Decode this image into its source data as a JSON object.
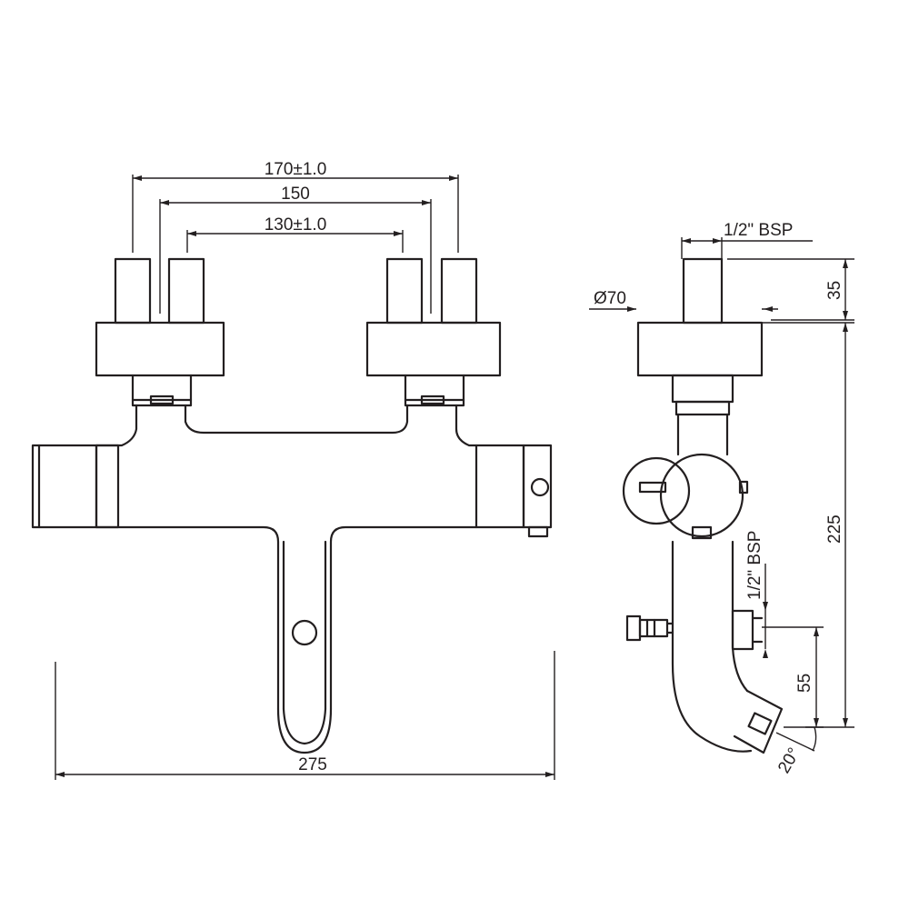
{
  "front_view": {
    "dim_outer": "170±1.0",
    "dim_middle": "150",
    "dim_inner": "130±1.0",
    "dim_width": "275"
  },
  "side_view": {
    "dim_inlet_thread": "1/2\" BSP",
    "dim_diameter": "Ø70",
    "dim_inlet_height": "35",
    "dim_total_height": "225",
    "dim_outlet_thread": "1/2\" BSP",
    "dim_spout_height": "55",
    "dim_angle": "20°"
  }
}
